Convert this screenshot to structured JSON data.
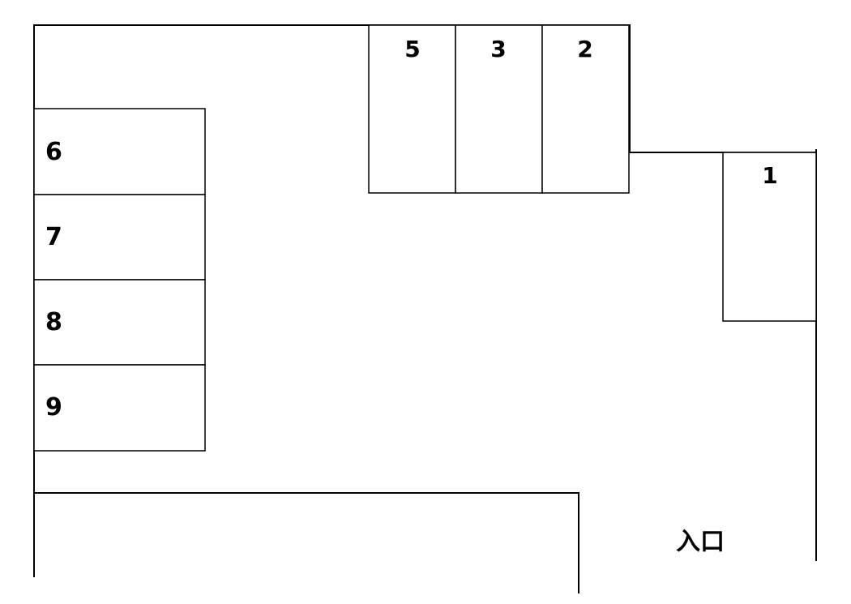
{
  "spaces": {
    "s1": "1",
    "s2": "2",
    "s3": "3",
    "s5": "5",
    "s6": "6",
    "s7": "7",
    "s8": "8",
    "s9": "9"
  },
  "entrance": {
    "label": "入口"
  },
  "colors": {
    "line": "#000000",
    "background": "#ffffff"
  }
}
